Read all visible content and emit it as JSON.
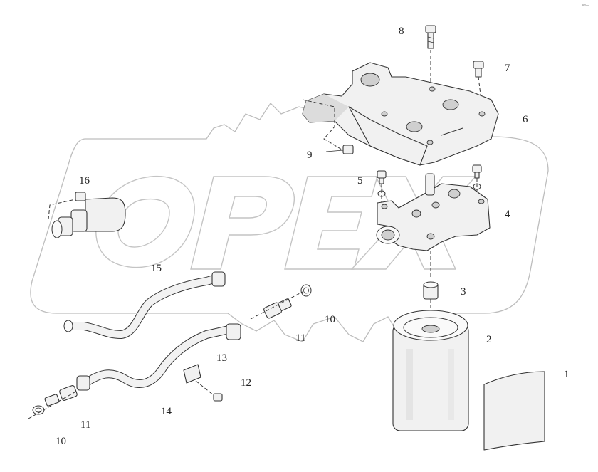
{
  "corner_mark": "#ª—",
  "watermark_text": "OPEX",
  "callouts": [
    {
      "id": "1",
      "text": "1"
    },
    {
      "id": "2",
      "text": "2"
    },
    {
      "id": "3",
      "text": "3"
    },
    {
      "id": "4",
      "text": "4"
    },
    {
      "id": "5",
      "text": "5"
    },
    {
      "id": "6",
      "text": "6"
    },
    {
      "id": "7",
      "text": "7"
    },
    {
      "id": "8",
      "text": "8"
    },
    {
      "id": "9",
      "text": "9"
    },
    {
      "id": "10a",
      "text": "10"
    },
    {
      "id": "10b",
      "text": "10"
    },
    {
      "id": "11a",
      "text": "11"
    },
    {
      "id": "11b",
      "text": "11"
    },
    {
      "id": "12",
      "text": "12"
    },
    {
      "id": "13",
      "text": "13"
    },
    {
      "id": "14",
      "text": "14"
    },
    {
      "id": "15",
      "text": "15"
    },
    {
      "id": "16",
      "text": "16"
    }
  ]
}
